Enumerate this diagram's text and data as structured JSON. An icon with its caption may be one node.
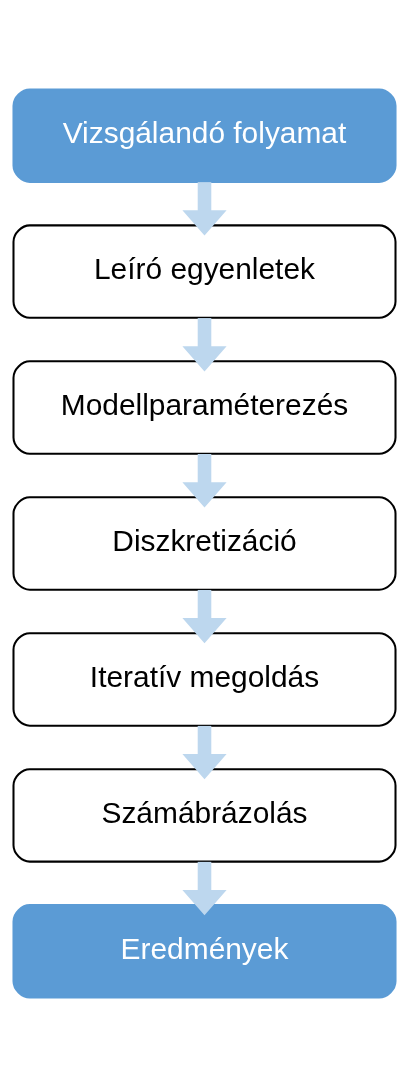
{
  "diagram": {
    "nodes": [
      {
        "text": [
          "Vizsgálandó folyamat"
        ]
      },
      {
        "text": [
          "Leíró egyenletek"
        ]
      },
      {
        "text": [
          "Modellparaméterezés"
        ]
      },
      {
        "text": [
          "Diszkretizáció"
        ]
      },
      {
        "text": [
          "Iteratív megoldás"
        ]
      },
      {
        "text": [
          "Számábrázolás"
        ]
      },
      {
        "text": [
          "Eredmények"
        ]
      }
    ],
    "edges": [
      {
        "from": 0,
        "to": 1,
        "arrow": "to"
      },
      {
        "from": 1,
        "to": 2,
        "arrow": "to"
      },
      {
        "from": 2,
        "to": 3,
        "arrow": "to"
      },
      {
        "from": 3,
        "to": 4,
        "arrow": "to"
      },
      {
        "from": 4,
        "to": 5,
        "arrow": "to"
      },
      {
        "from": 5,
        "to": 6,
        "arrow": "to"
      }
    ]
  }
}
